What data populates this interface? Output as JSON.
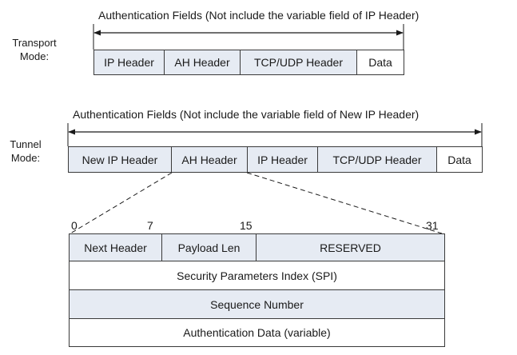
{
  "colors": {
    "shaded_fill": "#e6ebf3",
    "line": "#1a1a1a"
  },
  "transport": {
    "mode_label": "Transport\nMode:",
    "auth_label": "Authentication Fields (Not include the variable field of IP Header)",
    "fields": [
      "IP Header",
      "AH Header",
      "TCP/UDP Header",
      "Data"
    ]
  },
  "tunnel": {
    "mode_label": "Tunnel\nMode:",
    "auth_label": "Authentication Fields (Not include the variable field of New IP Header)",
    "fields": [
      "New IP Header",
      "AH Header",
      "IP Header",
      "TCP/UDP Header",
      "Data"
    ]
  },
  "ah_header": {
    "bit_labels": [
      "0",
      "7",
      "15",
      "31"
    ],
    "row1": [
      "Next Header",
      "Payload Len",
      "RESERVED"
    ],
    "spi": "Security Parameters Index (SPI)",
    "sequence": "Sequence Number",
    "auth_data": "Authentication Data (variable)"
  }
}
